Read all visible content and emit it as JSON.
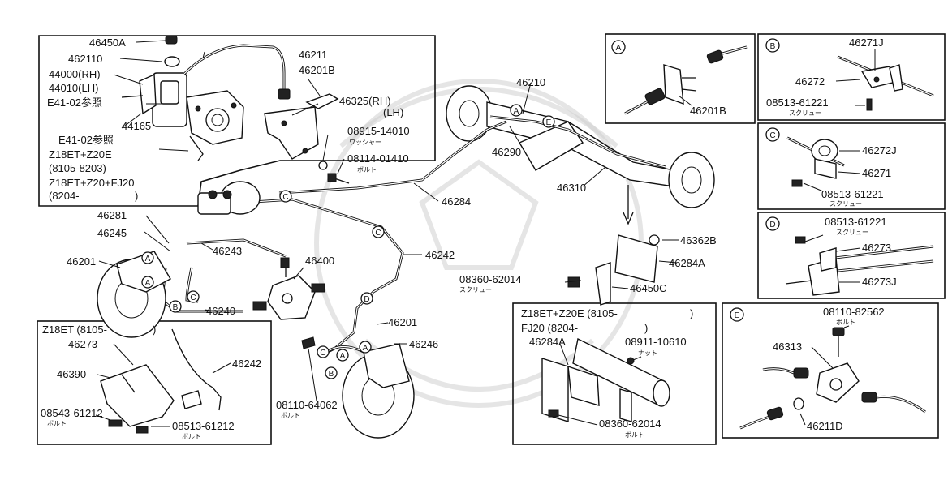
{
  "labels": {
    "l46450a": "46450A",
    "l462110": "462110",
    "l44000": "44000(RH)",
    "l44010": "44010(LH)",
    "le41a": "E41-02参照",
    "l44165": "44165",
    "le41b": "E41-02参照",
    "lz18a": "Z18ET+Z20E",
    "ldate1": "(8105-8203)",
    "lz18b": "Z18ET+Z20+FJ20",
    "ldate2": "(8204-",
    "ldate2b": ")",
    "l46211": "46211",
    "l46201b": "46201B",
    "l46325rh": "46325(RH)",
    "l46325lh": "(LH)",
    "l08915": "08915-14010",
    "lwasher": "ワッシャー",
    "l08114": "08114-01410",
    "lbolt1": "ボルト",
    "l46210": "46210",
    "l46290": "46290",
    "l46310": "46310",
    "l46284": "46284",
    "l46281": "46281",
    "l46245": "46245",
    "l46243": "46243",
    "l46201": "46201",
    "l46400": "46400",
    "l46240": "46240",
    "l46242": "46242",
    "l46201r": "46201",
    "l46246": "46246",
    "l08110": "08110-64062",
    "lbolt2": "ボルト",
    "l46362b": "46362B",
    "l46284a": "46284A",
    "l08360": "08360-62014",
    "lscrew1": "スクリュー",
    "l46450c": "46450C",
    "gz18title": "Z18ET (8105-",
    "gz18close": ")",
    "g46273": "46273",
    "g46242": "46242",
    "g46390": "46390",
    "g08543": "08543-61212",
    "gbolt": "ボルト",
    "g08513": "08513-61212",
    "gbolt2": "ボルト",
    "fz18title": "Z18ET+Z20E (8105-",
    "fz18close": ")",
    "ffj20": "FJ20 (8204-",
    "ffj20close": ")",
    "f46284a": "46284A",
    "f08911": "08911-10610",
    "fnut": "ナット",
    "f08360": "08360-62014",
    "fbolt": "ボルト",
    "a46201b": "46201B",
    "b46271j": "46271J",
    "b46272": "46272",
    "b08513": "08513-61221",
    "bscrew": "スクリュー",
    "c46272j": "46272J",
    "c46271": "46271",
    "c08513": "08513-61221",
    "cscrew": "スクリュー",
    "d08513": "08513-61221",
    "dscrew": "スクリュー",
    "d46273": "46273",
    "d46273j": "46273J",
    "e08110": "08110-82562",
    "ebolt": "ボルト",
    "e46313": "46313",
    "e46211d": "46211D"
  },
  "markers": {
    "a": "A",
    "b": "B",
    "c": "C",
    "d": "D",
    "e": "E"
  }
}
